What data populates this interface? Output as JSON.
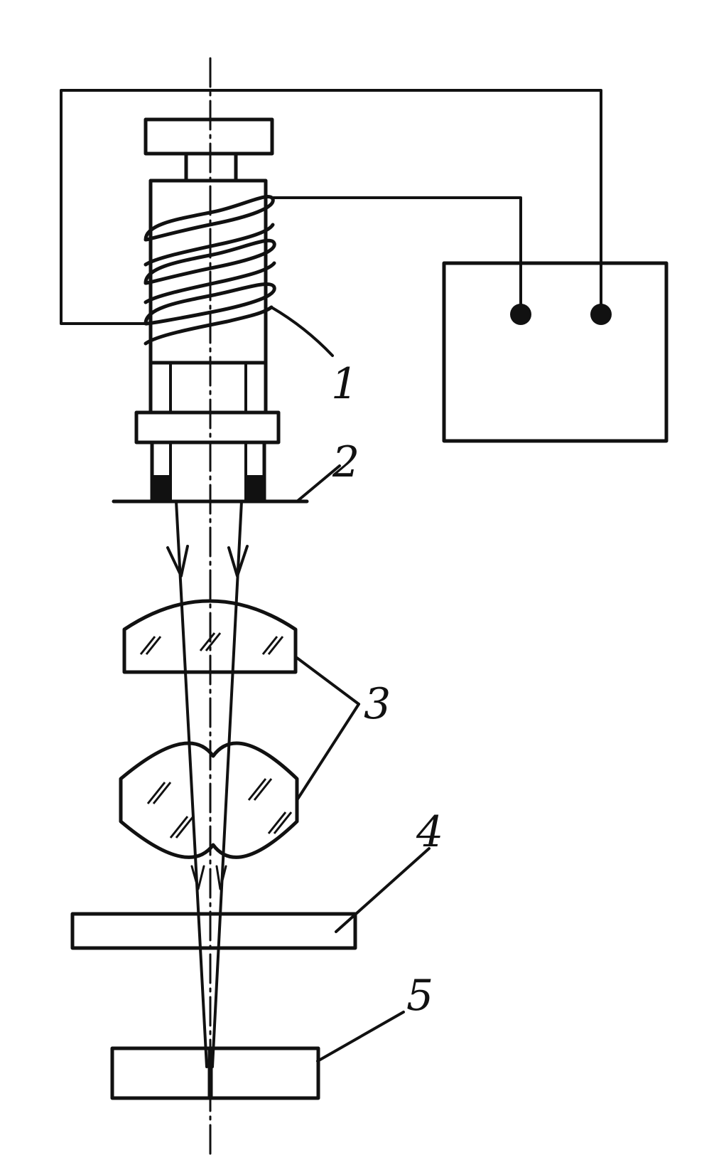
{
  "labels": {
    "coil": "1",
    "aperture": "2",
    "lenses": "3",
    "plate": "4",
    "target": "5"
  },
  "colors": {
    "ink": "#111111",
    "background": "#ffffff"
  }
}
